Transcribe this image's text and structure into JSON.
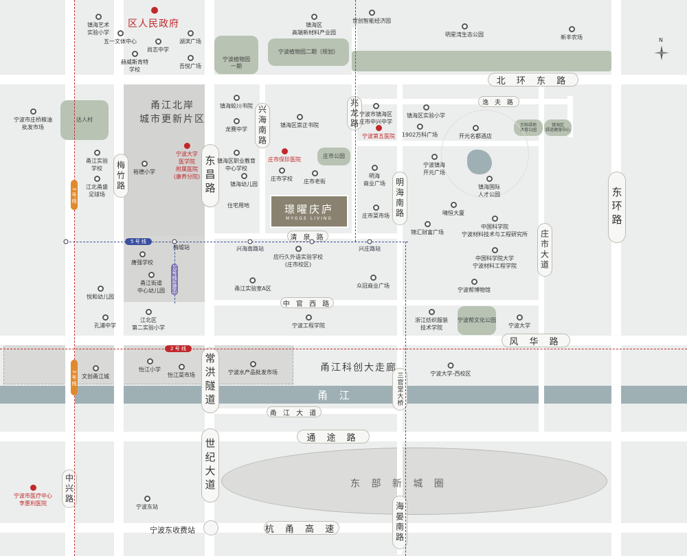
{
  "colors": {
    "background": "#eceeed",
    "road": "#ffffff",
    "park": "#b8c3b3",
    "river": "#9fb0b5",
    "zone_gray": "#cfd0cd",
    "hospital_red": "#c0282c",
    "metro_blue": "#3b4fa0",
    "metro_red": "#c0282c",
    "metro_orange": "#e08a2e"
  },
  "compass": {
    "label": "N"
  },
  "government": {
    "label": "区人民政府"
  },
  "zones": {
    "renewal": "甬江北岸\n城市更新片区",
    "corridor": "甬江科创大走廊",
    "east_new_city": "东 部 新 城 圈"
  },
  "project": {
    "name_cn": "璟曜庆庐",
    "name_en": "MYGGE LIVING"
  },
  "river": {
    "label": "甬 江"
  },
  "roads": {
    "north_ring_east": "北 环 东 路",
    "east_ring": "东环路",
    "dongchang": "东昌路",
    "fenghua": "风 华 路",
    "changhong_tunnel": "常洪隧道",
    "shiji_avenue": "世纪大道",
    "tongtu": "通 途 路",
    "hangyong_expressway": "杭 甬 高 速",
    "zhuangshi_avenue": "庄市大道",
    "minghai_south": "明海南路",
    "xinghai_south": "兴海南路",
    "zhaolong": "兆龙路",
    "meizhu": "梅竹路",
    "qingquan": "清 泉 路",
    "zhongguan_west": "中 官 西 路",
    "yongjiang_avenue": "甬 江 大 道",
    "yifu": "逸 夫 路",
    "sanguantang_bridge": "三官堂大桥",
    "zhongxing": "中兴路",
    "haiyan_south": "海晏南路",
    "toll_station": "宁波东收费站"
  },
  "metro": {
    "line5": "5 号 线",
    "line2": "2 号 线",
    "line3a": "3 号 线",
    "line3b": "3 号 线",
    "line_under_construction": "10号线在建中",
    "stations": {
      "meixu": "梅墟站",
      "xinghai_south": "兴海南路站",
      "xingzhuang": "兴庄路站"
    }
  },
  "parks": {
    "botanical1": "宁波植物园\n一期",
    "botanical2": "宁波植物园二期（规划）",
    "daren": "达人村",
    "zhuangshi": "庄市公园",
    "bangsz": "宁波帮文化公园",
    "wanke_sports": "万科绿地\n体育公园",
    "zhenhai_park": "镇海区\n绿道健身中心"
  },
  "pois": {
    "art_school": "镇海艺术\n实验小学",
    "wuyi": "五一文体中心",
    "shangzhi": "尚志中学",
    "helanest": "赫威斯肯特\n学校",
    "huxi": "湖滨广场",
    "wuyue": "吾悦广场",
    "highend_park": "镇海区\n高端新材料产业园",
    "smart_park": "世创智能经济园",
    "mingwan": "明星湾生态公园",
    "xinfeng": "新丰农场",
    "grain_market": "宁波市庄桥粮油\n批发市场",
    "jiaochuan": "镇海蛟川书院",
    "longsai": "龙赛中学",
    "chongzheng": "镇海区崇正书院",
    "zhongxing_middle": "宁波市镇海区\n庄市中兴中学",
    "fifth_hospital": "宁波第五医院",
    "zhenhai_exp": "镇海区实验小学",
    "wanke1902": "1902万科广场",
    "kaiyuan": "开元名都酒店",
    "yongjiang_exp": "甬江实验\n学校",
    "jiangbei_football": "江北甬盛\n足球场",
    "yuzhi": "裕德小学",
    "medical_hospital": "宁波大学\n医学院\n附属医院\n(康养分院)",
    "vocational": "镇海区职业教育\n中心学校",
    "zhuangshi_clinic": "庄市保珍医院",
    "zhenhai_kinder": "镇海幼儿园",
    "zhuangshi_school": "庄市学校",
    "old_street": "庄市老街",
    "minghai_plaza": "明海\n商业广场",
    "zhenhai_kaiyuan": "宁波镇海\n开元广场",
    "talent_park": "镇海国际\n人才公园",
    "qingheng": "晴恒大厦",
    "residential": "住宅用地",
    "zhuangshi_market": "庄市菜市场",
    "jinhui": "锦汇财富广场",
    "cas_material": "中国科学院\n宁波材料技术与工程研究所",
    "ucas": "中国科学院大学\n宁波材料工程学院",
    "bangbo": "宁波帮博物馆",
    "tangqiang": "唐强学校",
    "yongjiang_kinder": "甬江街道\n中心幼儿园",
    "yuehe": "悦和幼儿园",
    "yingxing": "应行久外语实验学校\n(庄市校区)",
    "yongjiang_exp_a": "甬江实验室A区",
    "zhongguan_plaza": "众冠商业广场",
    "kongpu": "孔浦中学",
    "jiangbei_second": "江北区\n第二实验小学",
    "engineering": "宁波工程学院",
    "zhejiang_textile": "浙江纺织服装\n技术学院",
    "nbu": "宁波大学",
    "yichuang": "怡江小学",
    "yichuang_market": "怡江菜市场",
    "aquatic": "宁波水产品批发市场",
    "wenchuang": "文创甬江城",
    "nbu_west": "宁波大学-西校区",
    "medical_center": "宁波市医疗中心\n李惠利医院",
    "east_station": "宁波东站"
  }
}
